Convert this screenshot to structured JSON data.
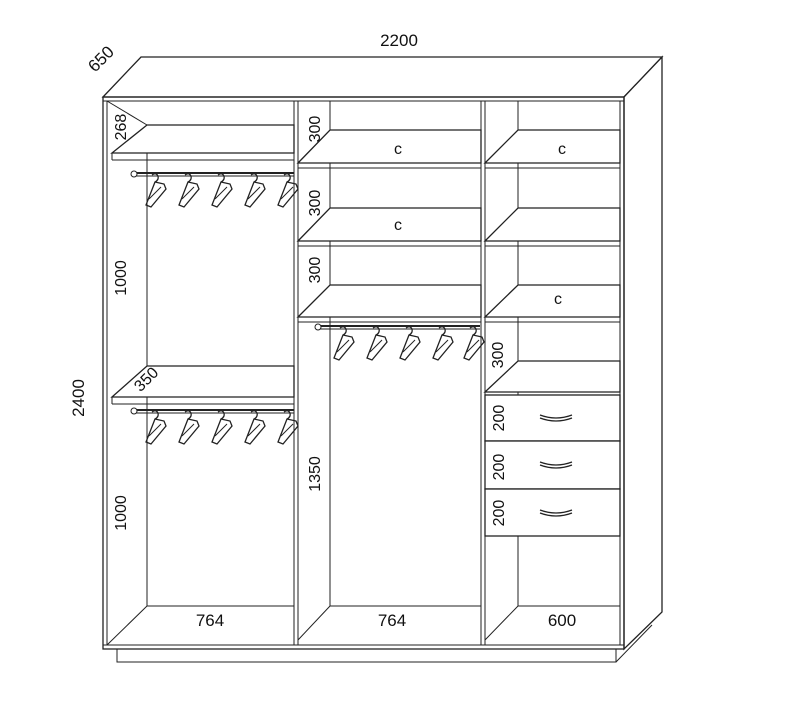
{
  "dimensions": {
    "total_width": "2200",
    "depth": "650",
    "total_height": "2400"
  },
  "sections": {
    "left": {
      "width": "764",
      "top_shelf_height": "268",
      "upper_hanging_height": "1000",
      "shelf_depth": "350",
      "lower_hanging_height": "1000"
    },
    "middle": {
      "width": "764",
      "shelf_1_height": "300",
      "shelf_2_height": "300",
      "shelf_3_height": "300",
      "hanging_height": "1350",
      "shelf_1_label": "c",
      "shelf_2_label": "c"
    },
    "right": {
      "width": "600",
      "shelf_1_label": "c",
      "shelf_3_label": "c",
      "shelf_height": "300",
      "drawer_1_height": "200",
      "drawer_2_height": "200",
      "drawer_3_height": "200"
    }
  },
  "icons": [
    "hanger-icon",
    "drawer-handle-icon",
    "hanging-rod-icon"
  ]
}
